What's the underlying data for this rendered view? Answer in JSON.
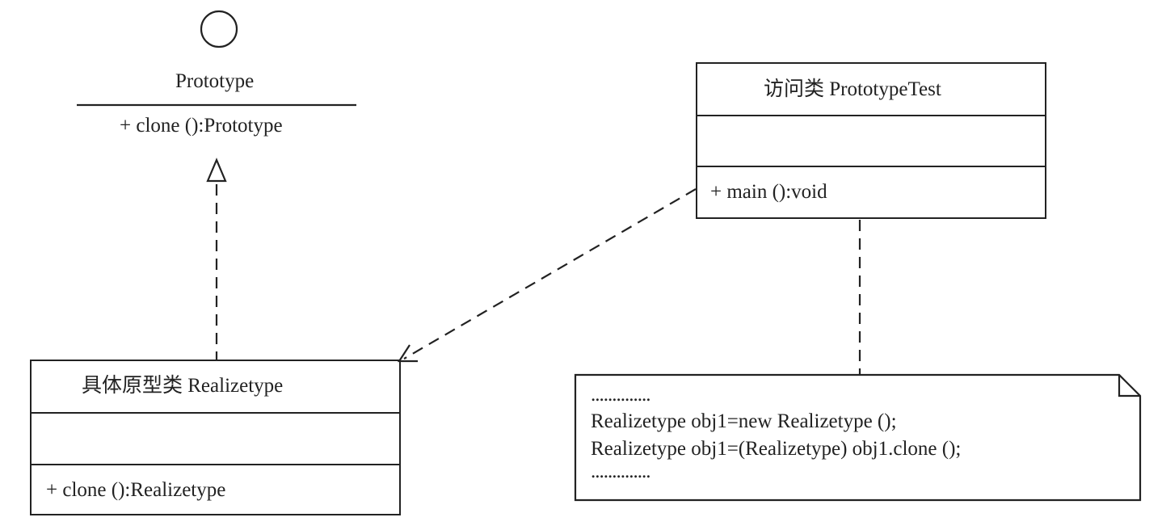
{
  "interface": {
    "name": "Prototype",
    "operation": "+ clone ():Prototype"
  },
  "client_class": {
    "name": "访问类  PrototypeTest",
    "attributes": "",
    "operation": "+ main ():void"
  },
  "concrete_class": {
    "name": "具体原型类  Realizetype",
    "attributes": "",
    "operation": "+ clone ():Realizetype"
  },
  "note": {
    "lines": [
      "..............",
      "Realizetype obj1=new Realizetype ();",
      "Realizetype obj1=(Realizetype) obj1.clone ();",
      ".............."
    ]
  }
}
